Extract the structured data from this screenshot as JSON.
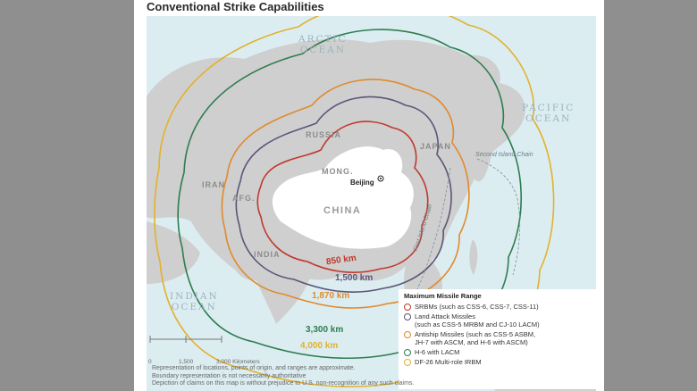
{
  "title": "Conventional Strike Capabilities",
  "oceans": {
    "arctic": "ARCTIC\nOCEAN",
    "pacific": "PACIFIC\nOCEAN",
    "indian": "INDIAN\nOCEAN"
  },
  "countries": {
    "russia": "RUSSIA",
    "mongolia": "MONG.",
    "china": "CHINA",
    "japan": "JAPAN",
    "iran": "IRAN",
    "afghanistan": "AFG.",
    "india": "INDIA"
  },
  "city": "Beijing",
  "chains": {
    "second": "Second Island Chain",
    "first": "First Island Chain"
  },
  "ranges": [
    {
      "label": "850 km",
      "color": "#c0392b"
    },
    {
      "label": "1,500 km",
      "color": "#5b5577"
    },
    {
      "label": "1,870 km",
      "color": "#e08a2c"
    },
    {
      "label": "3,300 km",
      "color": "#2e7d4f"
    },
    {
      "label": "4,000 km",
      "color": "#e2b12c"
    }
  ],
  "legend": {
    "title": "Maximum Missile Range",
    "items": [
      {
        "text": "SRBMs (such as CSS-6, CSS-7, CSS-11)",
        "color": "#c0392b"
      },
      {
        "text": "Land Attack Missiles\n(such as CSS-5 MRBM and CJ-10 LACM)",
        "color": "#5b5577"
      },
      {
        "text": "Antiship Missiles (such as CSS-5 ASBM,\nJH-7 with ASCM, and H-6 with ASCM)",
        "color": "#e08a2c"
      },
      {
        "text": "H-6 with LACM",
        "color": "#2e7d4f"
      },
      {
        "text": "DF-26 Multi-role IRBM",
        "color": "#e2b12c"
      }
    ]
  },
  "scale": {
    "ticks": [
      "0",
      "1,500",
      "3,000 Kilometers"
    ]
  },
  "footnote": [
    "Representation of locations, points of origin, and ranges are approximate.",
    "Boundary representation is not necessarily authoritative",
    "Depiction of claims on this map is without prejudice to U.S. non-recognition of any such claims."
  ],
  "colors": {
    "land": "#cfcfcf",
    "china": "#ffffff",
    "water": "#dcedf2"
  }
}
